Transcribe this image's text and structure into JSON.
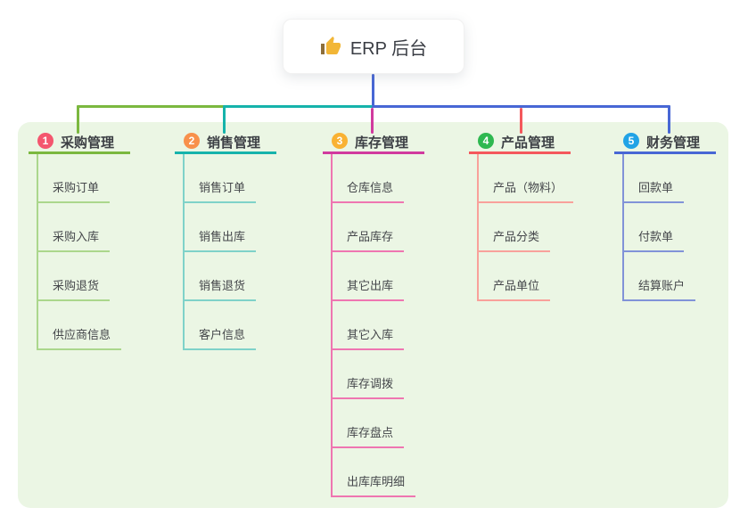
{
  "root": {
    "label": "ERP 后台",
    "icon": "thumbs-up-icon"
  },
  "branches": [
    {
      "num": "1",
      "title": "采购管理",
      "color": "#7bb83f",
      "child_color": "#abd78c",
      "badge_color": "#f4566e",
      "children": [
        "采购订单",
        "采购入库",
        "采购退货",
        "供应商信息"
      ]
    },
    {
      "num": "2",
      "title": "销售管理",
      "color": "#16b3ab",
      "child_color": "#7fd2c9",
      "badge_color": "#f8914c",
      "children": [
        "销售订单",
        "销售出库",
        "销售退货",
        "客户信息"
      ]
    },
    {
      "num": "3",
      "title": "库存管理",
      "color": "#d13a9e",
      "child_color": "#ef76b1",
      "badge_color": "#f9b233",
      "children": [
        "仓库信息",
        "产品库存",
        "其它出库",
        "其它入库",
        "库存调拨",
        "库存盘点",
        "出库库明细"
      ]
    },
    {
      "num": "4",
      "title": "产品管理",
      "color": "#f4585c",
      "child_color": "#f9a19b",
      "badge_color": "#2eb850",
      "children": [
        "产品（物料）",
        "产品分类",
        "产品单位"
      ]
    },
    {
      "num": "5",
      "title": "财务管理",
      "color": "#4867d5",
      "child_color": "#8193d8",
      "badge_color": "#21a3e6",
      "children": [
        "回款单",
        "付款单",
        "结算账户"
      ]
    }
  ],
  "colors": {
    "panel_bg": "#ebf6e4",
    "root_stem": "#4867d5",
    "icon_yellow": "#f2b636"
  }
}
